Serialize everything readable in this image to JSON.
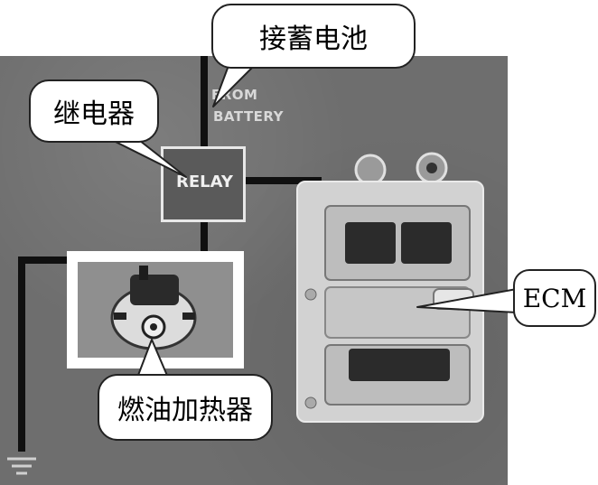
{
  "callouts": {
    "battery": "接蓄电池",
    "relay": "继电器",
    "heater": "燃油加热器",
    "ecm": "ECM"
  },
  "photo_labels": {
    "from_battery_line1": "FROM",
    "from_battery_line2": "BATTERY",
    "relay": "RELAY"
  }
}
